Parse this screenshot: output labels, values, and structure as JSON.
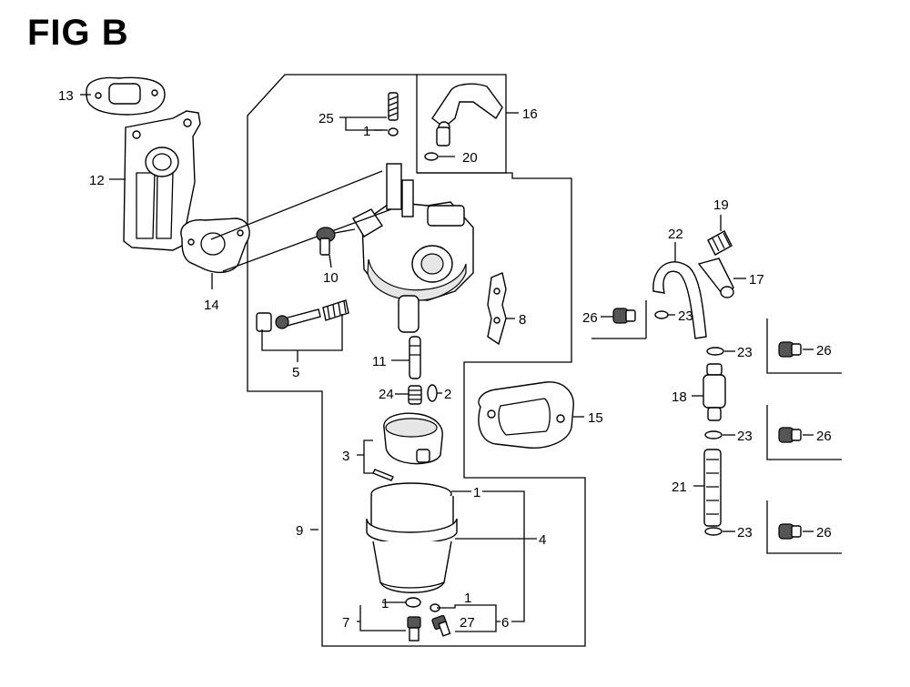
{
  "title": "FIG B",
  "labels": {
    "l1": "1",
    "l2": "2",
    "l3": "3",
    "l4": "4",
    "l5": "5",
    "l6": "6",
    "l7": "7",
    "l8": "8",
    "l9": "9",
    "l10": "10",
    "l11": "11",
    "l12": "12",
    "l13": "13",
    "l14": "14",
    "l15": "15",
    "l16": "16",
    "l17": "17",
    "l18": "18",
    "l19": "19",
    "l20": "20",
    "l21": "21",
    "l22": "22",
    "l23": "23",
    "l24": "24",
    "l25": "25",
    "l26": "26",
    "l27": "27"
  }
}
